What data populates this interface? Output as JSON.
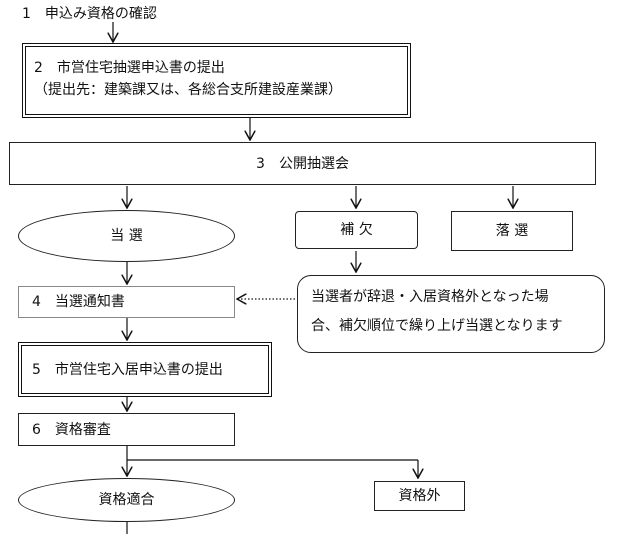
{
  "steps": {
    "s1": "1　申込み資格の確認",
    "s2_title": "2　市営住宅抽選申込書の提出",
    "s2_sub": "（提出先：建築課又は、各総合支所建設産業課）",
    "s3": "3　公開抽選会",
    "s4": "4　当選通知書",
    "s5": "5　市営住宅入居申込書の提出",
    "s6": "6　資格審査"
  },
  "outcomes": {
    "win": "当 選",
    "waitlist": "補 欠",
    "lose": "落 選",
    "eligible": "資格適合",
    "ineligible": "資格外"
  },
  "note": {
    "line1": "当選者が辞退・入居資格外となった場",
    "line2": "合、補欠順位で繰り上げ当選となります"
  }
}
